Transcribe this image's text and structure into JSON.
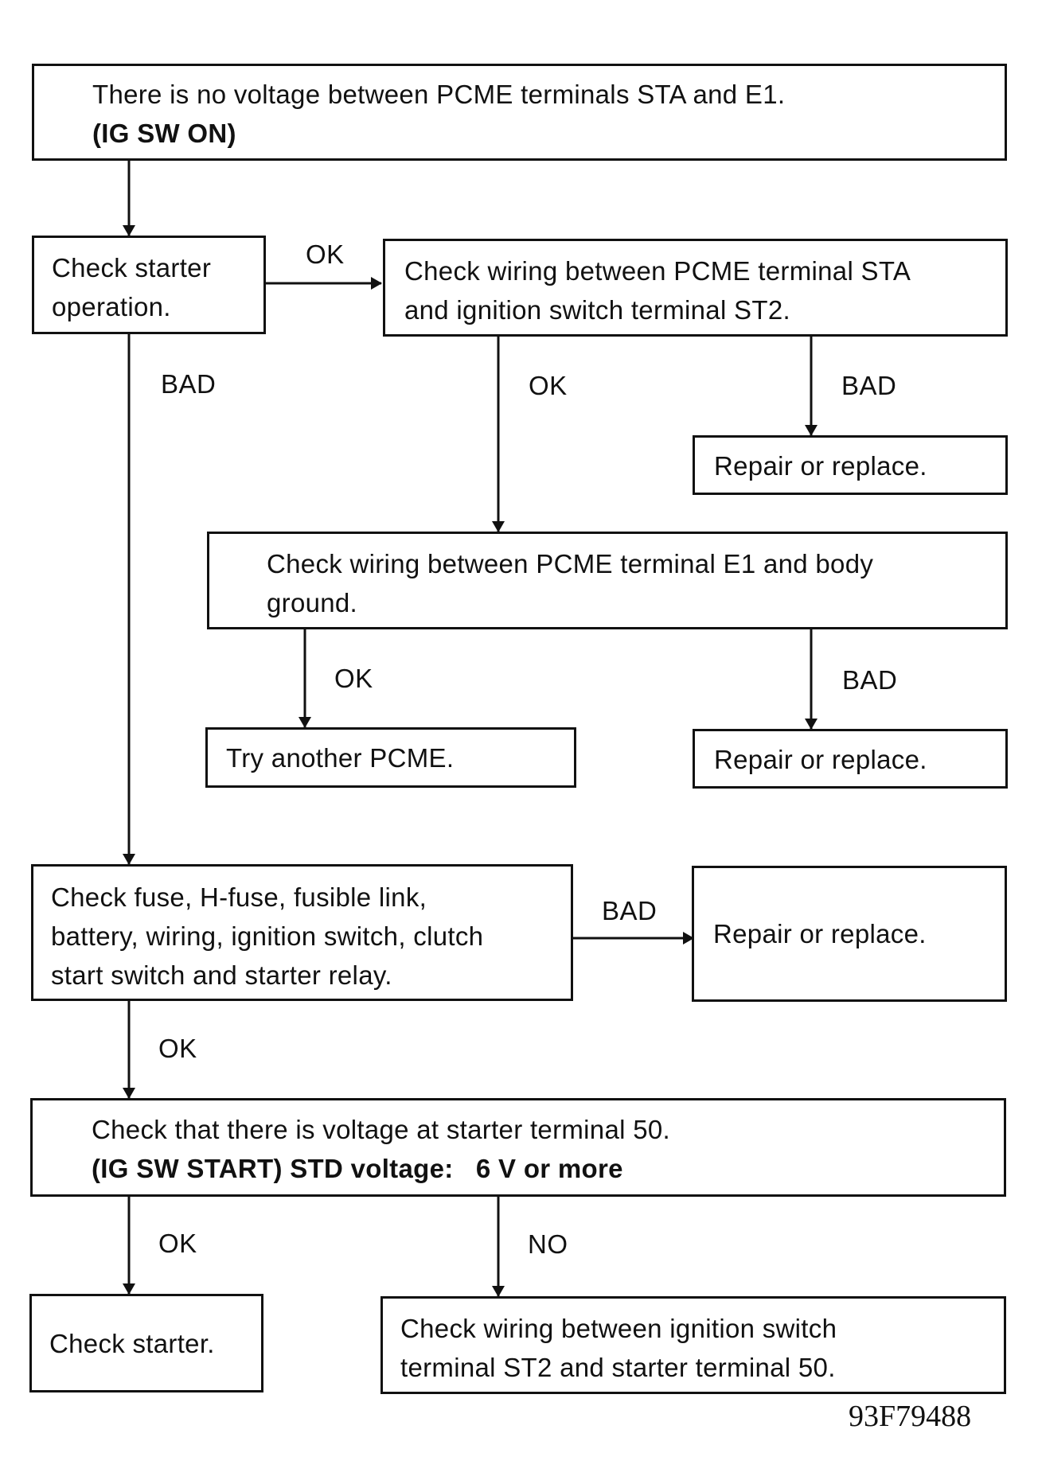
{
  "boxes": {
    "start": {
      "line1": "There is no voltage between PCME terminals STA and E1.",
      "line2": "(IG SW ON)"
    },
    "check_starter_operation": {
      "line1": "Check starter",
      "line2": "operation."
    },
    "check_wiring_sta_st2": {
      "line1": "Check wiring between PCME terminal STA",
      "line2": "and ignition switch terminal ST2."
    },
    "repair_1": {
      "line1": "Repair or replace."
    },
    "check_wiring_e1_ground": {
      "line1": "Check wiring between PCME terminal E1 and body",
      "line2": "ground."
    },
    "try_another_pcme": {
      "line1": "Try another PCME."
    },
    "repair_2": {
      "line1": "Repair or replace."
    },
    "check_fuse": {
      "line1": "Check fuse, H-fuse, fusible link,",
      "line2": "battery, wiring, ignition switch, clutch",
      "line3": "start switch and starter relay."
    },
    "repair_3": {
      "line1": "Repair or replace."
    },
    "check_voltage_50": {
      "line1": "Check that there is voltage at starter terminal 50.",
      "line2": "(IG SW START) STD voltage:   6 V or more"
    },
    "check_starter": {
      "line1": "Check starter."
    },
    "check_wiring_st2_50": {
      "line1": "Check wiring between ignition switch",
      "line2": "terminal ST2 and starter terminal 50."
    }
  },
  "labels": {
    "ok_1": "OK",
    "bad_1": "BAD",
    "ok_2": "OK",
    "bad_2": "BAD",
    "ok_3": "OK",
    "bad_3": "BAD",
    "bad_4": "BAD",
    "ok_4": "OK",
    "ok_5": "OK",
    "no_1": "NO"
  },
  "figure_code": "93F79488",
  "colors": {
    "ink": "#111111",
    "background": "#ffffff"
  }
}
